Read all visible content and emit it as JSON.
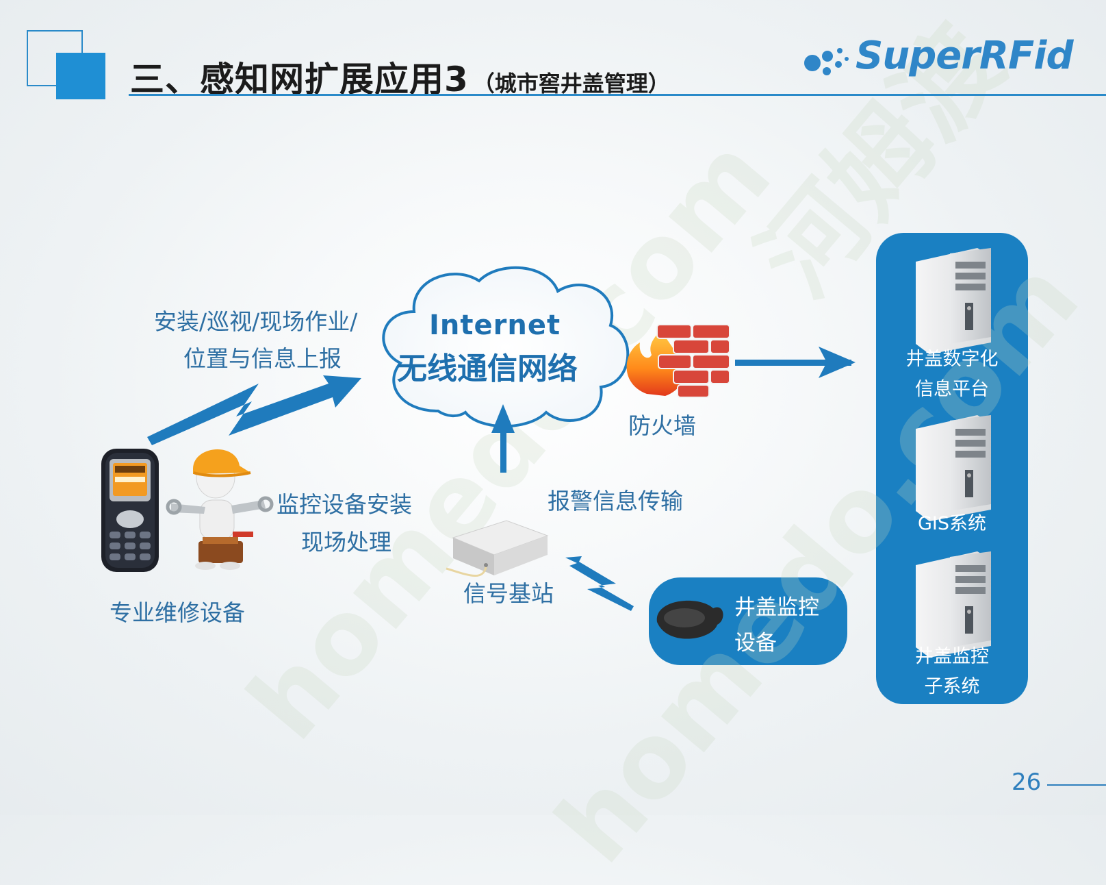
{
  "header": {
    "title": "三、感知网扩展应用3",
    "subtitle": "（城市窖井盖管理）",
    "logo_text": "SuperRFid"
  },
  "watermark": {
    "text_1": "homedo.com",
    "text_2": "河姆渡",
    "text_3": "homedo.com"
  },
  "diagram": {
    "cloud_en": "Internet",
    "cloud_cn": "无线通信网络",
    "firewall_label": "防火墙",
    "upload_label_line1": "安装/巡视/现场作业/",
    "upload_label_line2": "位置与信息上报",
    "maintenance_device_label": "专业维修设备",
    "install_label_line1": "监控设备安装",
    "install_label_line2": "现场处理",
    "alarm_label": "报警信息传输",
    "base_station_label": "信号基站",
    "monitor_device_line1": "井盖监控",
    "monitor_device_line2": "设备",
    "servers": [
      {
        "line1": "井盖数字化",
        "line2": "信息平台"
      },
      {
        "line1": "GIS系统",
        "line2": ""
      },
      {
        "line1": "井盖监控",
        "line2": "子系统"
      }
    ]
  },
  "page_number": "26",
  "colors": {
    "accent": "#1a80c2",
    "label_blue": "#2e6fa3",
    "arrow_blue": "#1f7bbd",
    "brick_red": "#d8463a"
  }
}
